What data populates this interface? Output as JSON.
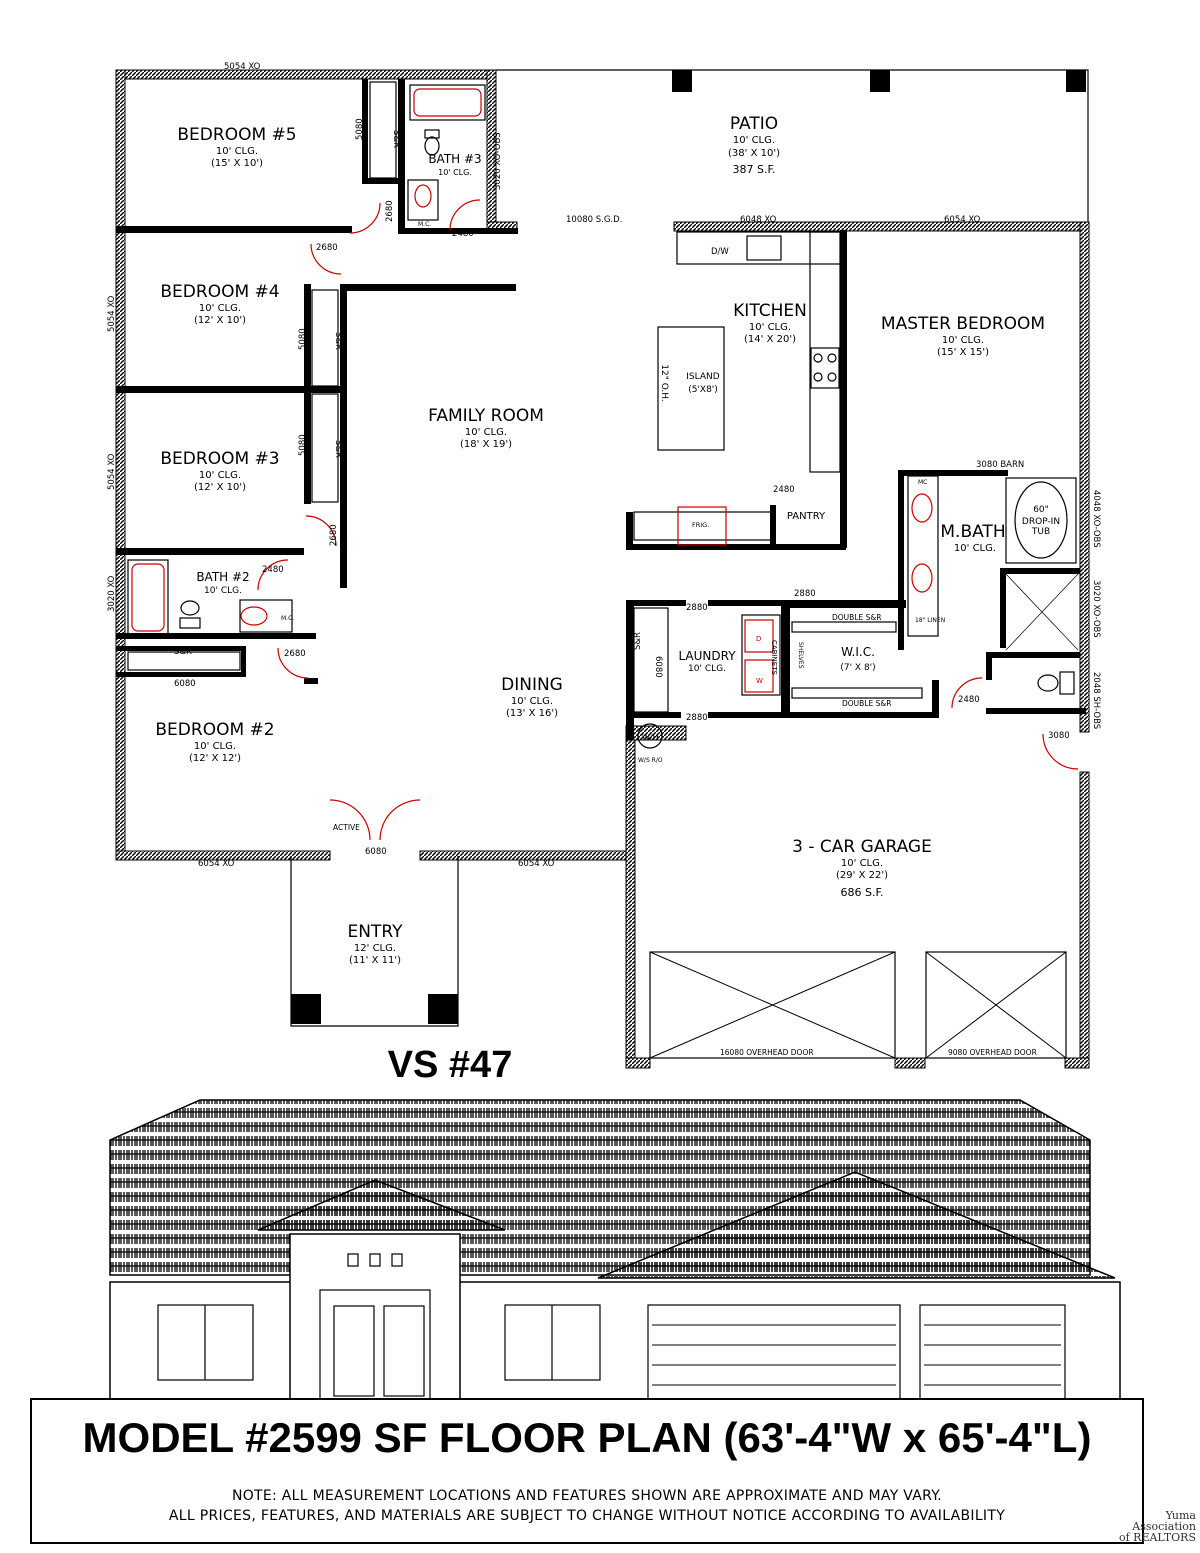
{
  "rooms": {
    "bedroom5": {
      "name": "BEDROOM  #5",
      "clg": "10' CLG.",
      "size": "(15' X 10')"
    },
    "bath3": {
      "name": "BATH #3",
      "clg": "10' CLG."
    },
    "patio": {
      "name": "PATIO",
      "clg": "10' CLG.",
      "size": "(38' X 10')",
      "sf": "387 S.F."
    },
    "bedroom4": {
      "name": "BEDROOM  #4",
      "clg": "10' CLG.",
      "size": "(12' X 10')"
    },
    "kitchen": {
      "name": "KITCHEN",
      "clg": "10' CLG.",
      "size": "(14' X 20')"
    },
    "master": {
      "name": "MASTER  BEDROOM",
      "clg": "10' CLG.",
      "size": "(15' X 15')"
    },
    "island": {
      "name": "ISLAND",
      "size": "(5'X8')",
      "oh": "12\" O.H."
    },
    "family": {
      "name": "FAMILY  ROOM",
      "clg": "10' CLG.",
      "size": "(18' X 19')"
    },
    "bedroom3": {
      "name": "BEDROOM  #3",
      "clg": "10' CLG.",
      "size": "(12' X 10')"
    },
    "mbath": {
      "name": "M.BATH",
      "clg": "10' CLG."
    },
    "bath2": {
      "name": "BATH #2",
      "clg": "10' CLG."
    },
    "laundry": {
      "name": "LAUNDRY",
      "clg": "10' CLG."
    },
    "wic": {
      "name": "W.I.C.",
      "size": "(7' X 8')"
    },
    "dining": {
      "name": "DINING",
      "clg": "10' CLG.",
      "size": "(13' X 16')"
    },
    "bedroom2": {
      "name": "BEDROOM  #2",
      "clg": "10' CLG.",
      "size": "(12' X 12')"
    },
    "garage": {
      "name": "3  -  CAR  GARAGE",
      "clg": "10' CLG.",
      "size": "(29' X 22')",
      "sf": "686 S.F."
    },
    "entry": {
      "name": "ENTRY",
      "clg": "12' CLG.",
      "size": "(11' X 11')"
    },
    "pantry": {
      "name": "PANTRY"
    }
  },
  "labels": {
    "w5054_top": "5054 XO",
    "sr_b5": "S&R",
    "d5080_b5": "5080",
    "w3020_b3": "3020 XO-OBS",
    "d2680_b5": "2680",
    "mc_b3": "M.C.",
    "d2480_b3": "2480",
    "sgd": "10080 S.G.D.",
    "w6048": "6048 XO",
    "w6054_mb": "6054 XO",
    "dw": "D/W",
    "d2680_b4": "2680",
    "w5054_b4": "5054 XO",
    "d5080_b4": "5080",
    "sr_b4": "S&R",
    "w5054_b3": "5054 XO",
    "d5080_b3": "5080",
    "sr_b3": "S&R",
    "d2680_b3": "2680",
    "d2480_pantry": "2480",
    "frig": "FRIG.",
    "barn": "3080 BARN",
    "mc_mb": "MC",
    "tub": "60\" DROP-IN TUB",
    "w4048": "4048 XO-OBS",
    "linen": "18\" LINEN",
    "d2880_k": "2880",
    "w3020_b2": "3020 XO",
    "d2480_b2": "2480",
    "mc_b2": "M.C.",
    "d2880_l1": "2880",
    "double_sr_1": "DOUBLE S&R",
    "w3020_mb": "3020 XO-OBS",
    "sr_b2": "S&R",
    "d2680_b2": "2680",
    "sr_l": "S&R",
    "d6080_l": "6080",
    "cabinets": "CABINETS",
    "shelves": "SHELVES",
    "w_mark": "W",
    "d_mark": "D",
    "w2048": "2048 SH-OBS",
    "double_sr_2": "DOUBLE S&R",
    "d2480_mb": "2480",
    "d2880_l2": "2880",
    "d6080_b2": "6080",
    "wh": "W/H",
    "wsro": "W/S R/O",
    "d3080_g": "3080",
    "active": "ACTIVE",
    "d6080_entry": "6080",
    "w6054_b2": "6054 XO",
    "w6054_d": "6054 XO",
    "od16": "16080 OVERHEAD DOOR",
    "od9": "9080 OVERHEAD DOOR"
  },
  "vs_label": "VS #47",
  "title": "MODEL #2599 SF FLOOR PLAN (63'-4\"W x 65'-4\"L)",
  "note1": "NOTE: ALL MEASUREMENT LOCATIONS AND FEATURES SHOWN ARE APPROXIMATE AND MAY VARY.",
  "note2": "ALL PRICES, FEATURES, AND MATERIALS ARE SUBJECT TO CHANGE WITHOUT NOTICE ACCORDING TO AVAILABILITY",
  "logo": {
    "line1": "Yuma",
    "line2": "Association",
    "line3": "of REALTORS"
  }
}
